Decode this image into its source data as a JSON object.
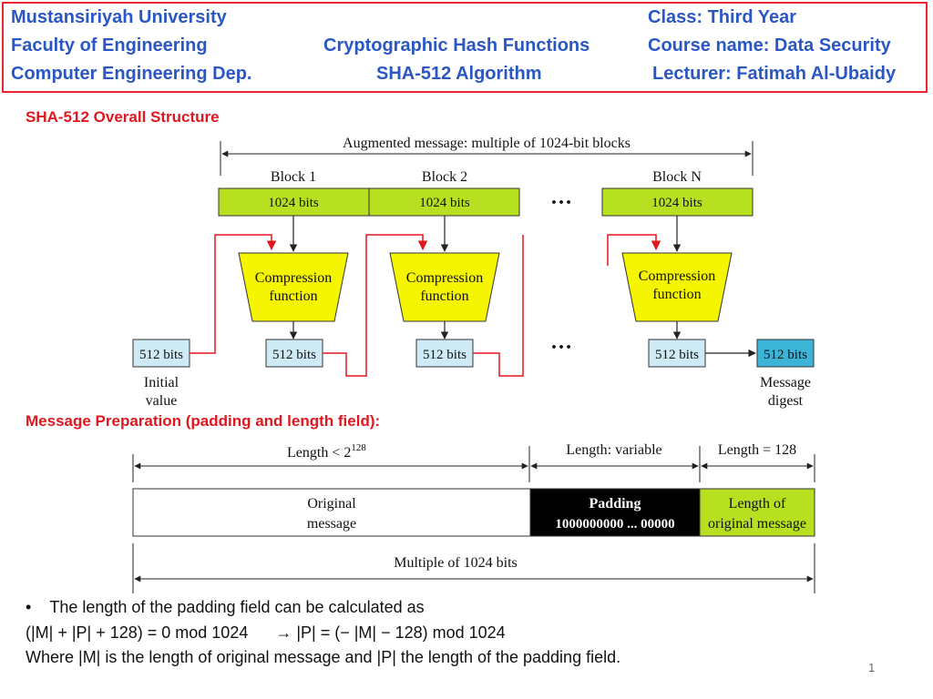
{
  "header": {
    "university": "Mustansiriyah University",
    "faculty": "Faculty of Engineering",
    "department": "Computer Engineering Dep.",
    "topic": "Cryptographic Hash Functions",
    "subtopic": "SHA-512 Algorithm",
    "class": "Class: Third Year",
    "course": "Course name: Data Security",
    "lecturer": "Lecturer: Fatimah Al-Ubaidy"
  },
  "section1": {
    "title": "SHA-512 Overall Structure",
    "augmented_label": "Augmented message: multiple of 1024-bit blocks",
    "blocks": [
      {
        "name": "Block 1",
        "bits": "1024 bits"
      },
      {
        "name": "Block 2",
        "bits": "1024 bits"
      },
      {
        "name": "Block N",
        "bits": "1024 bits"
      }
    ],
    "ellipsis": "…",
    "compression": [
      "Compression",
      "function"
    ],
    "states": [
      "512 bits",
      "512 bits",
      "512 bits",
      "512 bits",
      "512 bits"
    ],
    "initial_value": [
      "Initial",
      "value"
    ],
    "message_digest": [
      "Message",
      "digest"
    ]
  },
  "section2": {
    "title": "Message Preparation (padding and length field):",
    "length_label": "Length < 2",
    "length_exp": "128",
    "variable_label": "Length: variable",
    "len128_label": "Length = 128",
    "original": [
      "Original",
      "message"
    ],
    "padding": [
      "Padding",
      "1000000000 ... 00000"
    ],
    "length_of": [
      "Length of",
      "original message"
    ],
    "multiple_label": "Multiple of 1024 bits"
  },
  "notes": {
    "bullet": "•",
    "line1": "The length of the padding field can be calculated as",
    "line2a": "(|M| + |P| + 128) = 0 mod 1024",
    "line2b": "→ |P| = (− |M| − 128) mod 1024",
    "line3": "Where |M| is the length of original message and |P| the length of the padding field."
  },
  "page_number": "1",
  "colors": {
    "header_text": "#2a57c4",
    "header_border": "#e8262c",
    "section_title": "#e0171e",
    "block_green": "#b7e021",
    "compression_yellow": "#f5f500",
    "state_blue": "#cdeaf5",
    "digest_blue": "#3cb4d8",
    "padding_black": "#000000",
    "feedback_red": "#e0171e"
  }
}
